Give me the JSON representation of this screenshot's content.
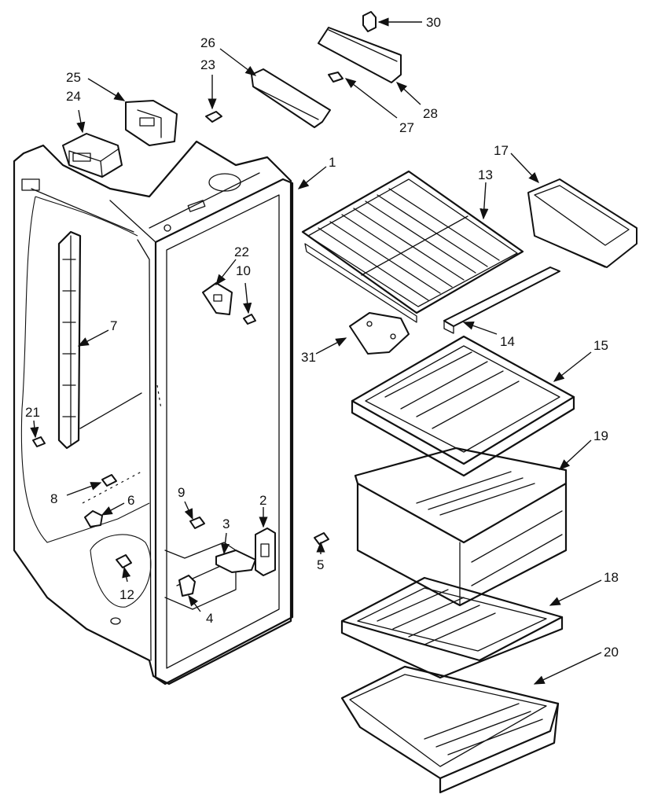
{
  "colors": {
    "ink": "#111111",
    "paper": "#ffffff"
  },
  "callouts": {
    "c1": "1",
    "c2": "2",
    "c3": "3",
    "c4": "4",
    "c5": "5",
    "c6": "6",
    "c7": "7",
    "c8": "8",
    "c9": "9",
    "c10": "10",
    "c12": "12",
    "c13": "13",
    "c14": "14",
    "c15": "15",
    "c17": "17",
    "c18": "18",
    "c19": "19",
    "c20": "20",
    "c21": "21",
    "c22": "22",
    "c23": "23",
    "c24": "24",
    "c25": "25",
    "c26": "26",
    "c27": "27",
    "c28": "28",
    "c30": "30",
    "c31": "31"
  }
}
